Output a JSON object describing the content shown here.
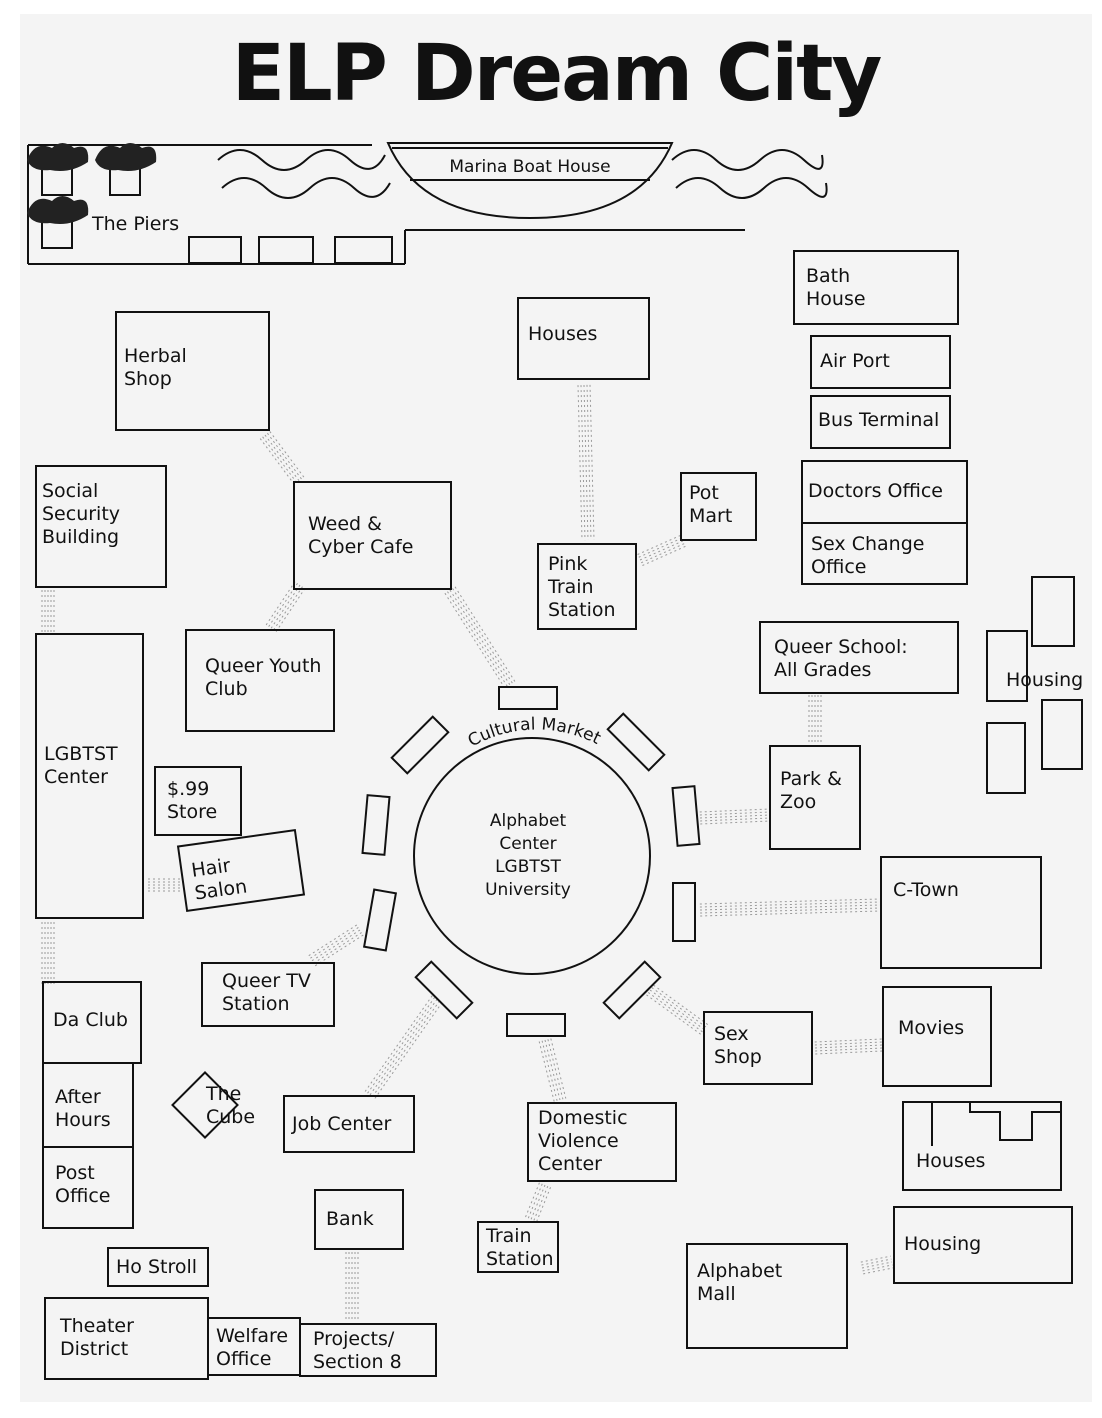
{
  "title": "ELP Dream City",
  "waterfront": {
    "piers": "The Piers",
    "marina": "Marina Boat House"
  },
  "ring": {
    "market": "Cultural Market",
    "center": [
      "Alphabet",
      "Center",
      "LGBTST",
      "University"
    ]
  },
  "places": {
    "herbal_shop": [
      "Herbal",
      "Shop"
    ],
    "houses_north": [
      "Houses"
    ],
    "bath_house": [
      "Bath",
      "House"
    ],
    "air_port": [
      "Air Port"
    ],
    "bus_terminal": [
      "Bus Terminal"
    ],
    "doctors_office": [
      "Doctors Office"
    ],
    "sex_change_office": [
      "Sex Change",
      "Office"
    ],
    "social_security": [
      "Social",
      "Security",
      "Building"
    ],
    "weed_cyber_cafe": [
      "Weed &",
      "Cyber Cafe"
    ],
    "pot_mart": [
      "Pot",
      "Mart"
    ],
    "pink_train_station": [
      "Pink",
      "Train",
      "Station"
    ],
    "queer_youth_club": [
      "Queer Youth",
      "Club"
    ],
    "queer_school": [
      "Queer School:",
      "All Grades"
    ],
    "housing_east": [
      "Housing"
    ],
    "lgbtst_center": [
      "LGBTST",
      "Center"
    ],
    "dollar_store": [
      "$.99",
      "Store"
    ],
    "hair_salon": [
      "Hair",
      "Salon"
    ],
    "park_zoo": [
      "Park &",
      "Zoo"
    ],
    "c_town": [
      "C-Town"
    ],
    "queer_tv": [
      "Queer TV",
      "Station"
    ],
    "da_club": [
      "Da Club"
    ],
    "sex_shop": [
      "Sex",
      "Shop"
    ],
    "movies": [
      "Movies"
    ],
    "after_hours": [
      "After",
      "Hours"
    ],
    "the_cube": [
      "The",
      "Cube"
    ],
    "job_center": [
      "Job Center"
    ],
    "domestic_violence": [
      "Domestic",
      "Violence",
      "Center"
    ],
    "houses_south": [
      "Houses"
    ],
    "post_office": [
      "Post",
      "Office"
    ],
    "bank": [
      "Bank"
    ],
    "train_station": [
      "Train",
      "Station"
    ],
    "housing_south": [
      "Housing"
    ],
    "ho_stroll": [
      "Ho Stroll"
    ],
    "alphabet_mall": [
      "Alphabet",
      "Mall"
    ],
    "theater_district": [
      "Theater",
      "District"
    ],
    "welfare_office": [
      "Welfare",
      "Office"
    ],
    "projects": [
      "Projects/",
      "Section 8"
    ]
  }
}
